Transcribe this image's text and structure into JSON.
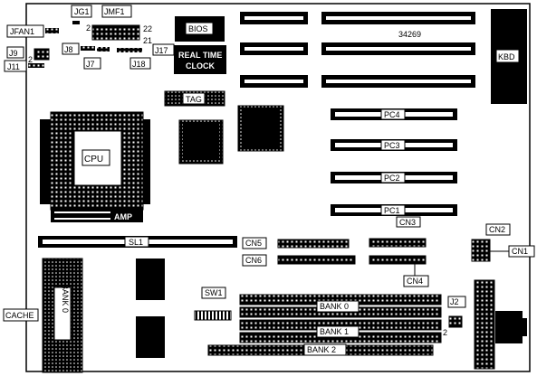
{
  "labels": {
    "jg1": "JG1",
    "jmf1": "JMF1",
    "jmf1_pin2": "2",
    "jmf1_pin22": "22",
    "jmf1_pin21": "21",
    "jfan1": "JFAN1",
    "j8": "J8",
    "j9": "J9",
    "j9_pin": "2",
    "j11": "J11",
    "j7": "J7",
    "j17": "J17",
    "j18": "J18",
    "bios": "BIOS",
    "rtc_line1": "REAL TIME",
    "rtc_line2": "CLOCK",
    "tag": "TAG",
    "board_no": "34269",
    "kbd": "KBD",
    "cpu": "CPU",
    "amp": "AMP",
    "pc4": "PC4",
    "pc3": "PC3",
    "pc2": "PC2",
    "pc1": "PC1",
    "sl1": "SL1",
    "cn3": "CN3",
    "cn2": "CN2",
    "cn1": "CN1",
    "cn5": "CN5",
    "cn6": "CN6",
    "cn4": "CN4",
    "cache": "CACHE",
    "bank_vertical": "BANK 0",
    "sw1": "SW1",
    "j2": "J2",
    "j2_pin": "2",
    "bank0": "BANK 0",
    "bank1": "BANK 1",
    "bank2": "BANK 2"
  }
}
